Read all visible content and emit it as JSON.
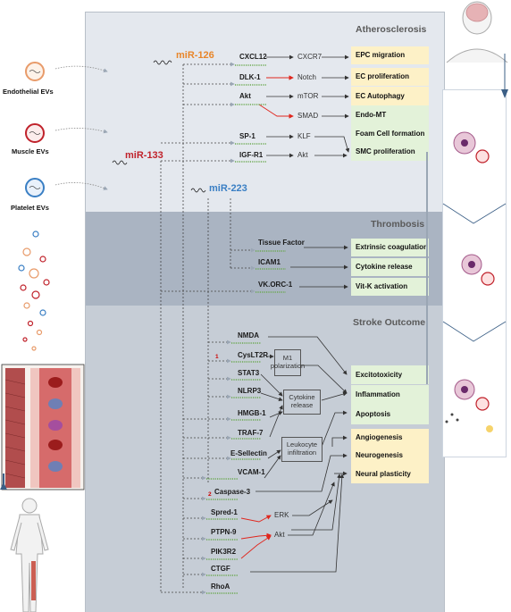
{
  "sections": {
    "atherosclerosis": "Atherosclerosis",
    "thrombosis": "Thrombosis",
    "stroke": "Stroke Outcome"
  },
  "evs": {
    "endothelial": "Endothelial EVs",
    "muscle": "Muscle EVs",
    "platelet": "Platelet EVs"
  },
  "mirnas": {
    "mir126": "miR-126",
    "mir133": "miR-133",
    "mir223": "miR-223"
  },
  "colors": {
    "mir126": "#e8862a",
    "mir133": "#c0222b",
    "mir223": "#3a7fc4",
    "outcome_yellow": "#fdf1c7",
    "outcome_green": "#e3f2d9",
    "red_arrow": "#e0261d"
  },
  "targets": {
    "cxcl12": "CXCL12",
    "dlk1": "DLK-1",
    "akt": "Akt",
    "sp1": "SP-1",
    "igfr1": "IGF-R1",
    "tissue_factor": "Tissue Factor",
    "icam1": "ICAM1",
    "vkorc1": "VK.ORC-1",
    "nmda": "NMDA",
    "cyslt2r": "CysLT2R",
    "stat3": "STAT3",
    "nlrp3": "NLRP3",
    "hmgb1": "HMGB-1",
    "traf7": "TRAF-7",
    "eselectin": "E-Sellectin",
    "vcam1": "VCAM-1",
    "caspase3": "Caspase-3",
    "spred1": "Spred-1",
    "ptpn9": "PTPN-9",
    "pik3r2": "PIK3R2",
    "ctgf": "CTGF",
    "rhoa": "RhoA"
  },
  "mediators": {
    "cxcr7": "CXCR7",
    "notch": "Notch",
    "mtor": "mTOR",
    "smad": "SMAD",
    "klf": "KLF",
    "akt_b": "Akt",
    "erk": "ERK",
    "akt_c": "Akt"
  },
  "groups": {
    "m1": "M1 polarization",
    "cytokine": "Cytokine release",
    "leukocyte": "Leukocyte infiltration"
  },
  "numbers": {
    "one": "1",
    "two": "2"
  },
  "outcomes": {
    "epc": "EPC migration",
    "ecprolif": "EC proliferation",
    "ecauto": "EC Autophagy",
    "endomt": "Endo-MT",
    "foam": "Foam Cell formation",
    "smc": "SMC proliferation",
    "extrinsic": "Extrinsic coagulation",
    "cytokine_rel": "Cytokine release",
    "vitk": "Vit-K activation",
    "excito": "Excitotoxicity",
    "inflam": "Inflammation",
    "apopt": "Apoptosis",
    "angio": "Angiogenesis",
    "neuro": "Neurogenesis",
    "plastic": "Neural plasticity"
  }
}
